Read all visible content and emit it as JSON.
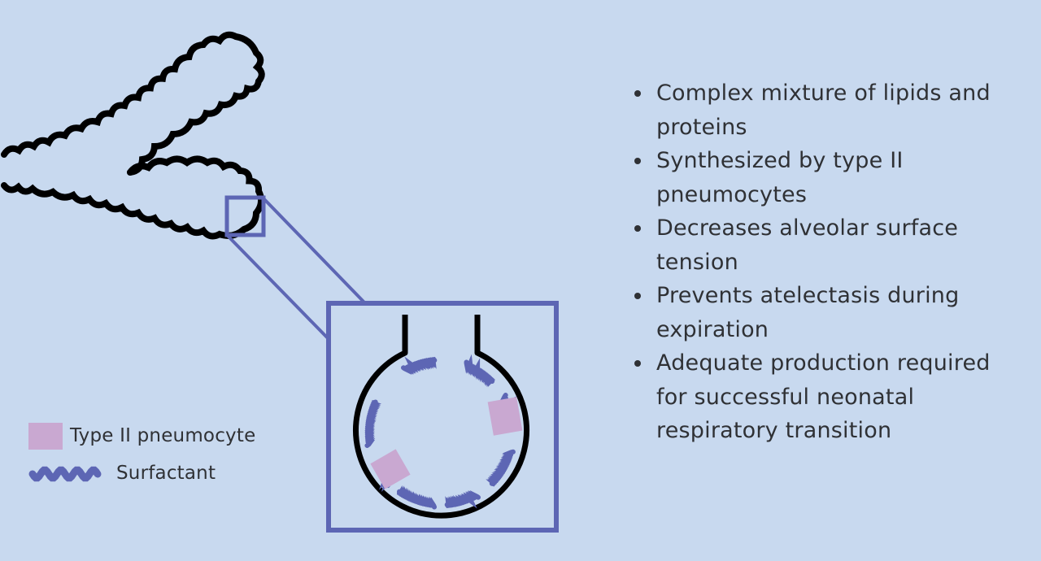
{
  "legend": {
    "type2_label": "Type II pneumocyte",
    "surfactant_label": "Surfactant"
  },
  "bullets": [
    "Complex mixture of lipids and proteins",
    "Synthesized by type II pneumocytes",
    "Decreases alveolar surface tension",
    "Prevents atelectasis during expiration",
    "Adequate production required for successful neonatal respiratory transition"
  ],
  "colors": {
    "background": "#c8d9ef",
    "outline": "#000000",
    "zoom_frame": "#5d66b4",
    "surfactant": "#5d66b4",
    "type2_pneumocyte": "#c9a8d1",
    "text": "#2f3135"
  }
}
